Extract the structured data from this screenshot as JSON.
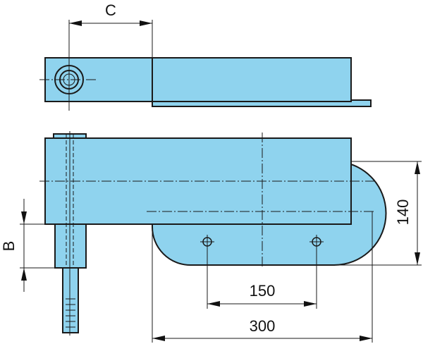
{
  "drawing": {
    "colors": {
      "part_fill": "#8fd3ee",
      "line": "#1a1a1a",
      "background": "#ffffff"
    },
    "dimensions": {
      "c_label": "C",
      "b_label": "B",
      "height_label": "140",
      "hole_spacing_label": "150",
      "overall_length_label": "300"
    }
  }
}
